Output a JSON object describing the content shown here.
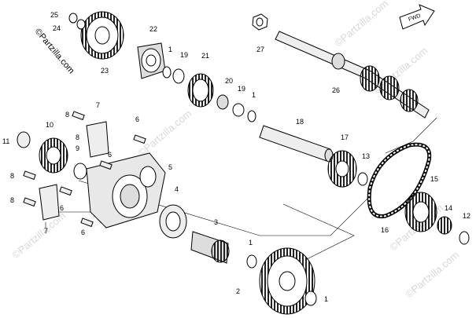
{
  "brand": "©Partzilla.com",
  "watermark": "©Partzilla.com",
  "fwd_label": "FWD",
  "callouts": [
    "25",
    "24",
    "23",
    "22",
    "1",
    "19",
    "21",
    "20",
    "19",
    "1",
    "27",
    "26",
    "18",
    "17",
    "13",
    "7",
    "8",
    "6",
    "10",
    "11",
    "9",
    "8",
    "6",
    "5",
    "8",
    "6",
    "8",
    "7",
    "6",
    "4",
    "3",
    "1",
    "2",
    "1",
    "15",
    "14",
    "12",
    "16"
  ]
}
